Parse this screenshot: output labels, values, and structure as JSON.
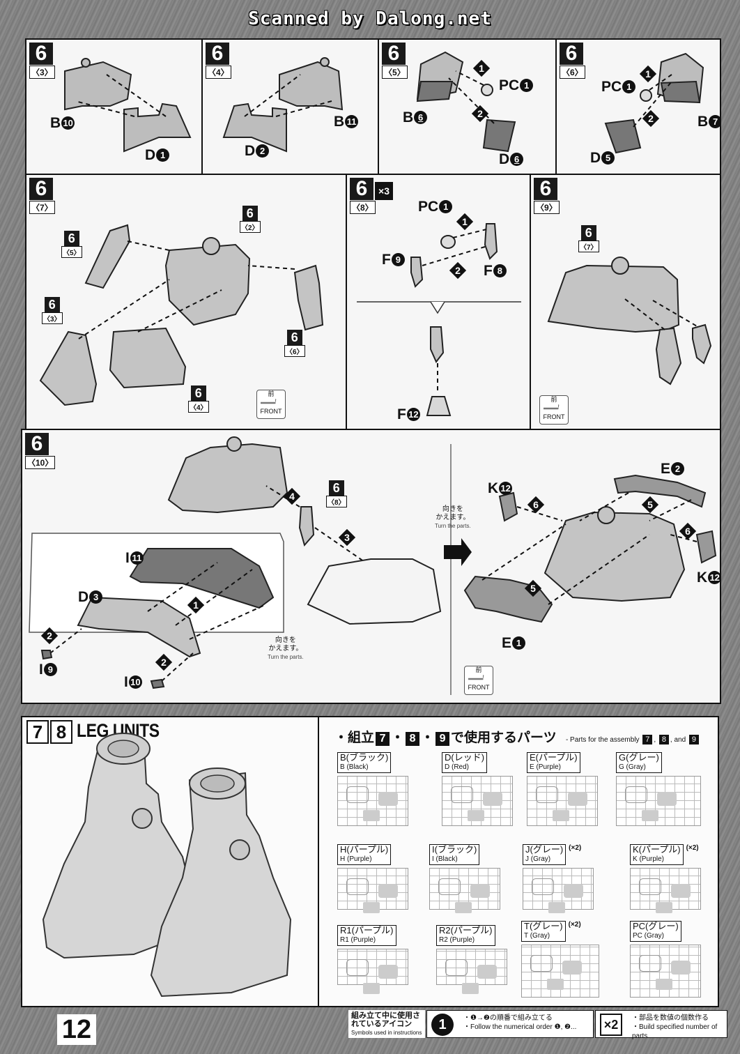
{
  "watermark": "Scanned by Dalong.net",
  "front_label_jp": "前",
  "front_label_en": "FRONT",
  "panels": {
    "p3": {
      "step": "6",
      "sub": "〈3〉",
      "labels": [
        "B",
        "D"
      ],
      "nums": [
        "10",
        "1"
      ]
    },
    "p4": {
      "step": "6",
      "sub": "〈4〉",
      "labels": [
        "D",
        "B"
      ],
      "nums": [
        "2",
        "11"
      ]
    },
    "p5": {
      "step": "6",
      "sub": "〈5〉",
      "labels": [
        "PC",
        "B",
        "D"
      ],
      "nums": [
        "1",
        "6",
        "6"
      ],
      "order": [
        "1",
        "2"
      ]
    },
    "p6": {
      "step": "6",
      "sub": "〈6〉",
      "labels": [
        "PC",
        "B",
        "D"
      ],
      "nums": [
        "1",
        "7",
        "5"
      ],
      "order": [
        "1",
        "2"
      ]
    },
    "p7": {
      "step": "6",
      "sub": "〈7〉",
      "refs": [
        {
          "n": "6",
          "s": "〈2〉"
        },
        {
          "n": "6",
          "s": "〈5〉"
        },
        {
          "n": "6",
          "s": "〈3〉"
        },
        {
          "n": "6",
          "s": "〈6〉"
        },
        {
          "n": "6",
          "s": "〈4〉"
        }
      ]
    },
    "p8": {
      "step": "6",
      "sub": "〈8〉",
      "mult": "×3",
      "labels": [
        "PC",
        "F",
        "F",
        "F"
      ],
      "nums": [
        "1",
        "9",
        "8",
        "12"
      ],
      "order": [
        "1",
        "2"
      ]
    },
    "p9": {
      "step": "6",
      "sub": "〈9〉",
      "refs": [
        {
          "n": "6",
          "s": "〈7〉"
        }
      ]
    },
    "p10": {
      "step": "6",
      "sub": "〈10〉",
      "refs": [
        {
          "n": "6",
          "s": "〈8〉"
        }
      ],
      "labels": [
        "I",
        "D",
        "I",
        "I",
        "K",
        "E",
        "K",
        "E"
      ],
      "nums": [
        "11",
        "3",
        "9",
        "10",
        "12",
        "2",
        "12",
        "1"
      ],
      "order": [
        "4",
        "3",
        "1",
        "2",
        "2",
        "6",
        "5",
        "6",
        "5"
      ],
      "turn_jp": "向きを\nかえます。",
      "turn_en": "Turn the parts."
    }
  },
  "legs": {
    "steps": [
      "7",
      "8"
    ],
    "title": "LEG UNITS"
  },
  "parts": {
    "header_jp_pre": "・組立",
    "steps": [
      "7",
      "8",
      "9"
    ],
    "header_jp_post": "で使用するパーツ",
    "header_en": "- Parts for the assembly",
    "header_en_and": "and",
    "runners": [
      {
        "jp": "B(ブラック)",
        "en": "B (Black)",
        "qty": ""
      },
      {
        "jp": "D(レッド)",
        "en": "D (Red)",
        "qty": ""
      },
      {
        "jp": "E(パープル)",
        "en": "E (Purple)",
        "qty": ""
      },
      {
        "jp": "G(グレー)",
        "en": "G (Gray)",
        "qty": ""
      },
      {
        "jp": "H(パープル)",
        "en": "H (Purple)",
        "qty": ""
      },
      {
        "jp": "I(ブラック)",
        "en": "I (Black)",
        "qty": ""
      },
      {
        "jp": "J(グレー)",
        "en": "J (Gray)",
        "qty": "(×2)"
      },
      {
        "jp": "K(パープル)",
        "en": "K (Purple)",
        "qty": "(×2)"
      },
      {
        "jp": "R1(パープル)",
        "en": "R1 (Purple)",
        "qty": ""
      },
      {
        "jp": "R2(パープル)",
        "en": "R2 (Purple)",
        "qty": ""
      },
      {
        "jp": "T(グレー)",
        "en": "T (Gray)",
        "qty": "(×2)"
      },
      {
        "jp": "PC(グレー)",
        "en": "PC (Gray)",
        "qty": ""
      }
    ]
  },
  "page_number": "12",
  "legend": {
    "title_jp": "組み立て中に使用されているアイコン",
    "title_en": "Symbols used in instructions",
    "icon1": "1",
    "icon1_jp": "・❶→❷の順番で組み立てる",
    "icon1_en": "・Follow the numerical order ❶, ❷...",
    "icon2": "×2",
    "icon2_jp": "・部品を数値の個数作る",
    "icon2_en": "・Build specified number of parts."
  }
}
